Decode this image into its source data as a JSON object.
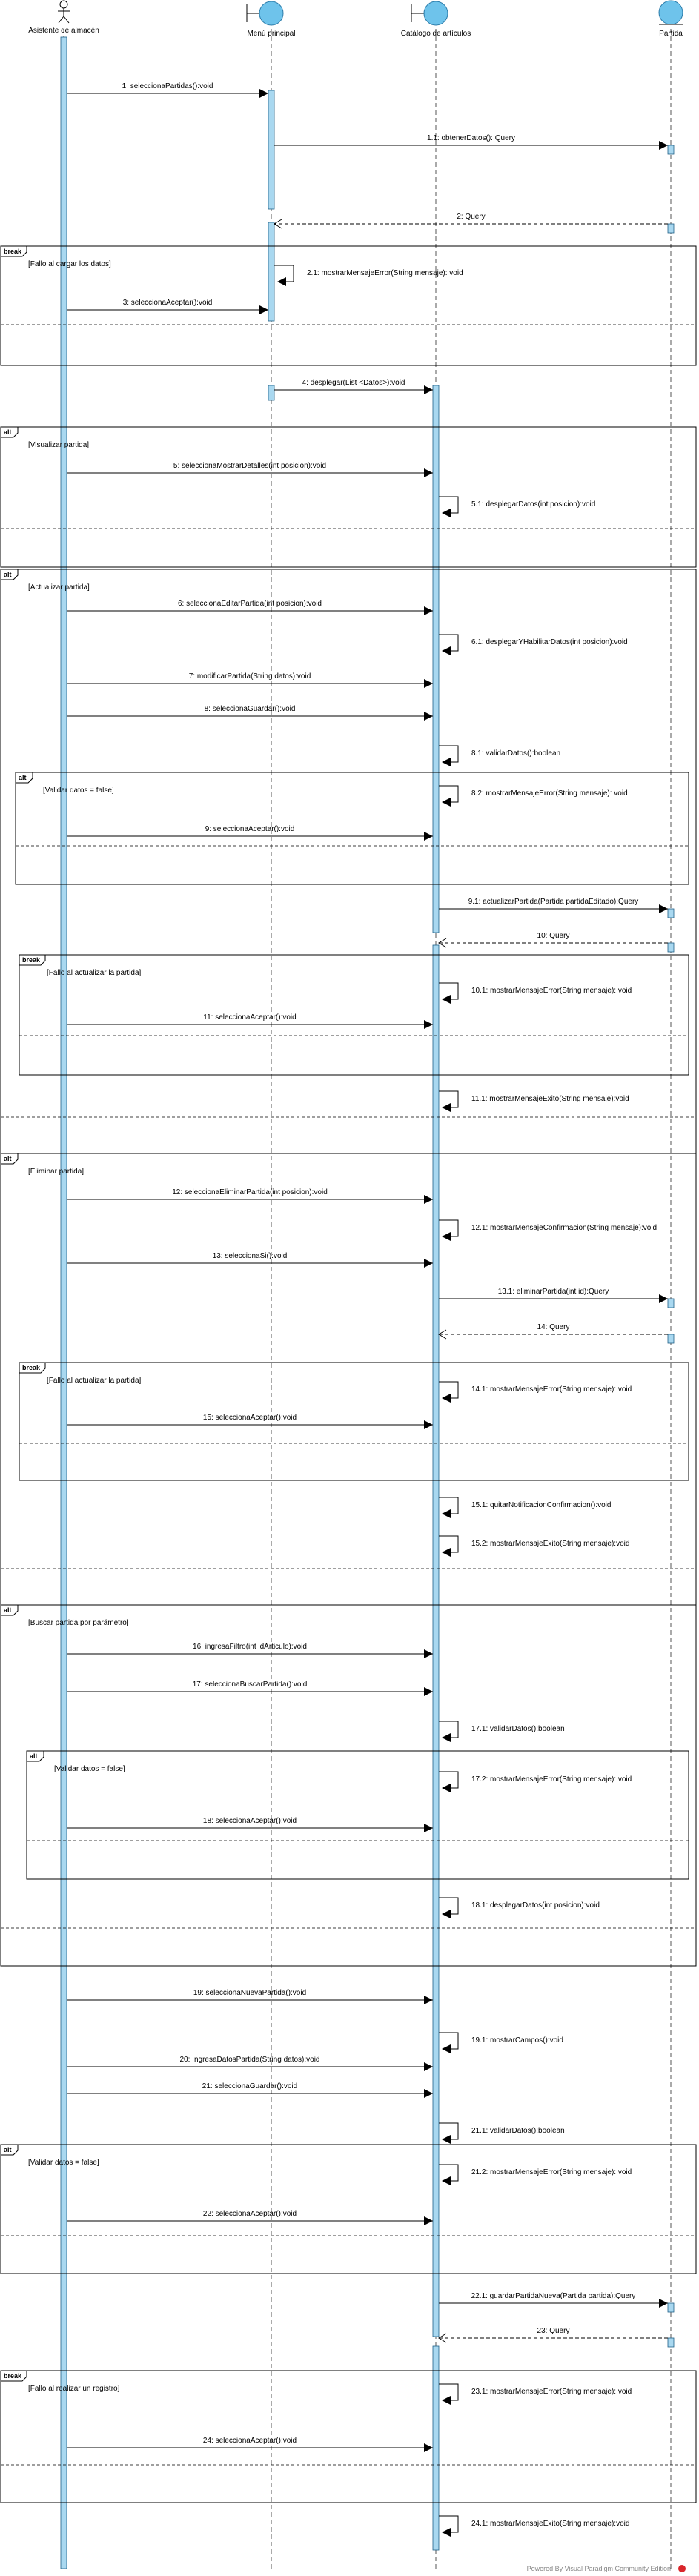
{
  "participants": [
    {
      "name": "Asistente de almacén",
      "kind": "actor"
    },
    {
      "name": "Menú principal",
      "kind": "boundary"
    },
    {
      "name": "Catálogo de artículos",
      "kind": "boundary"
    },
    {
      "name": "Partida",
      "kind": "entity"
    }
  ],
  "messages": [
    {
      "label": "1: seleccionaPartidas():void",
      "from": 0,
      "to": 1
    },
    {
      "label": "1.1: obtenerDatos(): Query",
      "from": 1,
      "to": 3
    },
    {
      "label": "2: Query",
      "from": 3,
      "to": 1,
      "reply": true
    },
    {
      "label": "2.1: mostrarMensajeError(String mensaje): void",
      "self": 1
    },
    {
      "label": "3: seleccionaAceptar():void",
      "from": 0,
      "to": 1
    },
    {
      "label": "4: desplegar(List <Datos>):void",
      "from": 1,
      "to": 2
    },
    {
      "label": "5: seleccionaMostrarDetalles(int posicion):void",
      "from": 0,
      "to": 2
    },
    {
      "label": "5.1: desplegarDatos(int posicion):void",
      "self": 2
    },
    {
      "label": "6: seleccionaEditarPartida(int posicion):void",
      "from": 0,
      "to": 2
    },
    {
      "label": "6.1: desplegarYHabilitarDatos(int posicion):void",
      "self": 2
    },
    {
      "label": "7: modificarPartida(String datos):void",
      "from": 0,
      "to": 2
    },
    {
      "label": "8: seleccionaGuardar():void",
      "from": 0,
      "to": 2
    },
    {
      "label": "8.1: validarDatos():boolean",
      "self": 2
    },
    {
      "label": "8.2: mostrarMensajeError(String mensaje): void",
      "self": 2
    },
    {
      "label": "9: seleccionaAceptar():void",
      "from": 0,
      "to": 2
    },
    {
      "label": "9.1: actualizarPartida(Partida partidaEditado):Query",
      "from": 2,
      "to": 3
    },
    {
      "label": "10: Query",
      "from": 3,
      "to": 2,
      "reply": true
    },
    {
      "label": "10.1: mostrarMensajeError(String mensaje): void",
      "self": 2
    },
    {
      "label": "11: seleccionaAceptar():void",
      "from": 0,
      "to": 2
    },
    {
      "label": "11.1: mostrarMensajeExito(String mensaje):void",
      "self": 2
    },
    {
      "label": "12: seleccionaEliminarPartida(int posicion):void",
      "from": 0,
      "to": 2
    },
    {
      "label": "12.1: mostrarMensajeConfirmacion(String mensaje):void",
      "self": 2
    },
    {
      "label": "13: seleccionaSi():void",
      "from": 0,
      "to": 2
    },
    {
      "label": "13.1: eliminarPartida(int id):Query",
      "from": 2,
      "to": 3
    },
    {
      "label": "14: Query",
      "from": 3,
      "to": 2,
      "reply": true
    },
    {
      "label": "14.1: mostrarMensajeError(String mensaje): void",
      "self": 2
    },
    {
      "label": "15: seleccionaAceptar():void",
      "from": 0,
      "to": 2
    },
    {
      "label": "15.1: quitarNotificacionConfirmacion():void",
      "self": 2
    },
    {
      "label": "15.2: mostrarMensajeExito(String mensaje):void",
      "self": 2
    },
    {
      "label": "16: ingresaFiltro(int idArticulo):void",
      "from": 0,
      "to": 2
    },
    {
      "label": "17: seleccionaBuscarPartida():void",
      "from": 0,
      "to": 2
    },
    {
      "label": "17.1: validarDatos():boolean",
      "self": 2
    },
    {
      "label": "17.2: mostrarMensajeError(String mensaje): void",
      "self": 2
    },
    {
      "label": "18: seleccionaAceptar():void",
      "from": 0,
      "to": 2
    },
    {
      "label": "18.1: desplegarDatos(int posicion):void",
      "self": 2
    },
    {
      "label": "19: seleccionaNuevaPartida():void",
      "from": 0,
      "to": 2
    },
    {
      "label": "19.1: mostrarCampos():void",
      "self": 2
    },
    {
      "label": "20: IngresaDatosPartida(String datos):void",
      "from": 0,
      "to": 2
    },
    {
      "label": "21: seleccionaGuardar():void",
      "from": 0,
      "to": 2
    },
    {
      "label": "21.1: validarDatos():boolean",
      "self": 2
    },
    {
      "label": "21.2: mostrarMensajeError(String mensaje): void",
      "self": 2
    },
    {
      "label": "22: seleccionaAceptar():void",
      "from": 0,
      "to": 2
    },
    {
      "label": "22.1: guardarPartidaNueva(Partida partida):Query",
      "from": 2,
      "to": 3
    },
    {
      "label": "23: Query",
      "from": 3,
      "to": 2,
      "reply": true
    },
    {
      "label": "23.1: mostrarMensajeError(String mensaje): void",
      "self": 2
    },
    {
      "label": "24: seleccionaAceptar():void",
      "from": 0,
      "to": 2
    },
    {
      "label": "24.1: mostrarMensajeExito(String mensaje):void",
      "self": 2
    }
  ],
  "fragments": [
    {
      "kind": "break",
      "guard": "[Fallo al cargar los datos]"
    },
    {
      "kind": "alt",
      "guard": "[Visualizar partida]"
    },
    {
      "kind": "alt",
      "guard": "[Actualizar partida]"
    },
    {
      "kind": "alt",
      "guard": "[Validar datos = false]"
    },
    {
      "kind": "break",
      "guard": "[Fallo al actualizar la partida]"
    },
    {
      "kind": "alt",
      "guard": "[Eliminar partida]"
    },
    {
      "kind": "break",
      "guard": "[Fallo al actualizar la partida]"
    },
    {
      "kind": "alt",
      "guard": "[Buscar partida por parámetro]"
    },
    {
      "kind": "alt",
      "guard": "[Validar datos = false]"
    },
    {
      "kind": "alt",
      "guard": "[Validar datos = false]"
    },
    {
      "kind": "break",
      "guard": "[Fallo al realizar un registro]"
    }
  ],
  "watermark": "Powered By  Visual Paradigm Community Edition",
  "colors": {
    "lifeline_head": "#6EC3EB",
    "activation": "#A9D8F0",
    "line": "#000000",
    "dash": "#7f7f7f"
  }
}
